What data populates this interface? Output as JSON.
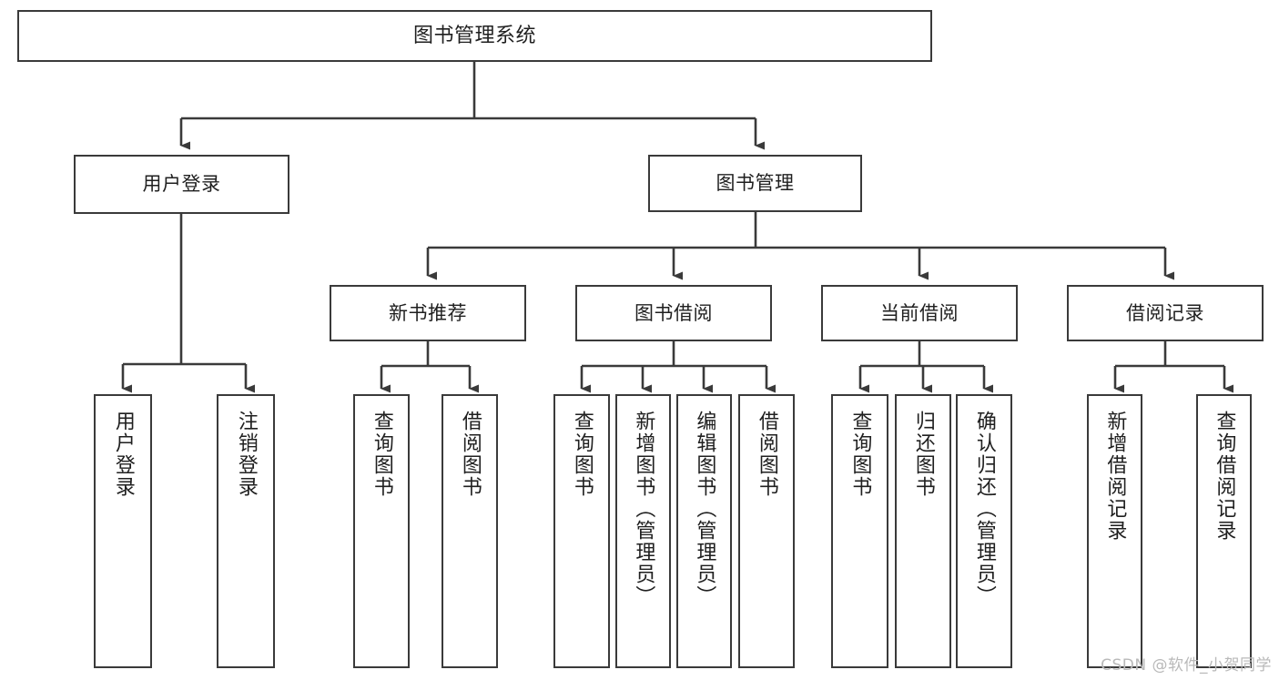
{
  "diagram": {
    "title": "图书管理系统",
    "type": "tree",
    "style": {
      "box_border": "#3a3a3a",
      "box_fill": "#ffffff",
      "text": "#1f1f1f",
      "connector": "#3a3a3a",
      "background": "#ffffff",
      "watermark_color": "#b9b9b9"
    },
    "watermark": "CSDN @软件_小贺同学",
    "nodes": {
      "root": {
        "label": "图书管理系统"
      },
      "level2": [
        {
          "id": "user-login",
          "label": "用户登录"
        },
        {
          "id": "book-manage",
          "label": "图书管理"
        }
      ],
      "level3": [
        {
          "id": "new-book-recommend",
          "label": "新书推荐"
        },
        {
          "id": "book-borrow",
          "label": "图书借阅"
        },
        {
          "id": "current-borrow",
          "label": "当前借阅"
        },
        {
          "id": "borrow-record",
          "label": "借阅记录"
        }
      ],
      "leaves": {
        "user_login": [
          {
            "id": "leaf-user-login",
            "label": "用户登录"
          },
          {
            "id": "leaf-logout-login",
            "label": "注销登录"
          }
        ],
        "new_book_recommend": [
          {
            "id": "leaf-query-book-1",
            "label": "查询图书"
          },
          {
            "id": "leaf-borrow-book-1",
            "label": "借阅图书"
          }
        ],
        "book_borrow": [
          {
            "id": "leaf-query-book-2",
            "label": "查询图书"
          },
          {
            "id": "leaf-add-book",
            "label": "新增图书（管理员）"
          },
          {
            "id": "leaf-edit-book",
            "label": "编辑图书（管理员）"
          },
          {
            "id": "leaf-borrow-book-2",
            "label": "借阅图书"
          }
        ],
        "current_borrow": [
          {
            "id": "leaf-query-book-3",
            "label": "查询图书"
          },
          {
            "id": "leaf-return-book",
            "label": "归还图书"
          },
          {
            "id": "leaf-confirm-return",
            "label": "确认归还（管理员）"
          }
        ],
        "borrow_record": [
          {
            "id": "leaf-add-record",
            "label": "新增借阅记录"
          },
          {
            "id": "leaf-query-record",
            "label": "查询借阅记录"
          }
        ]
      }
    }
  }
}
